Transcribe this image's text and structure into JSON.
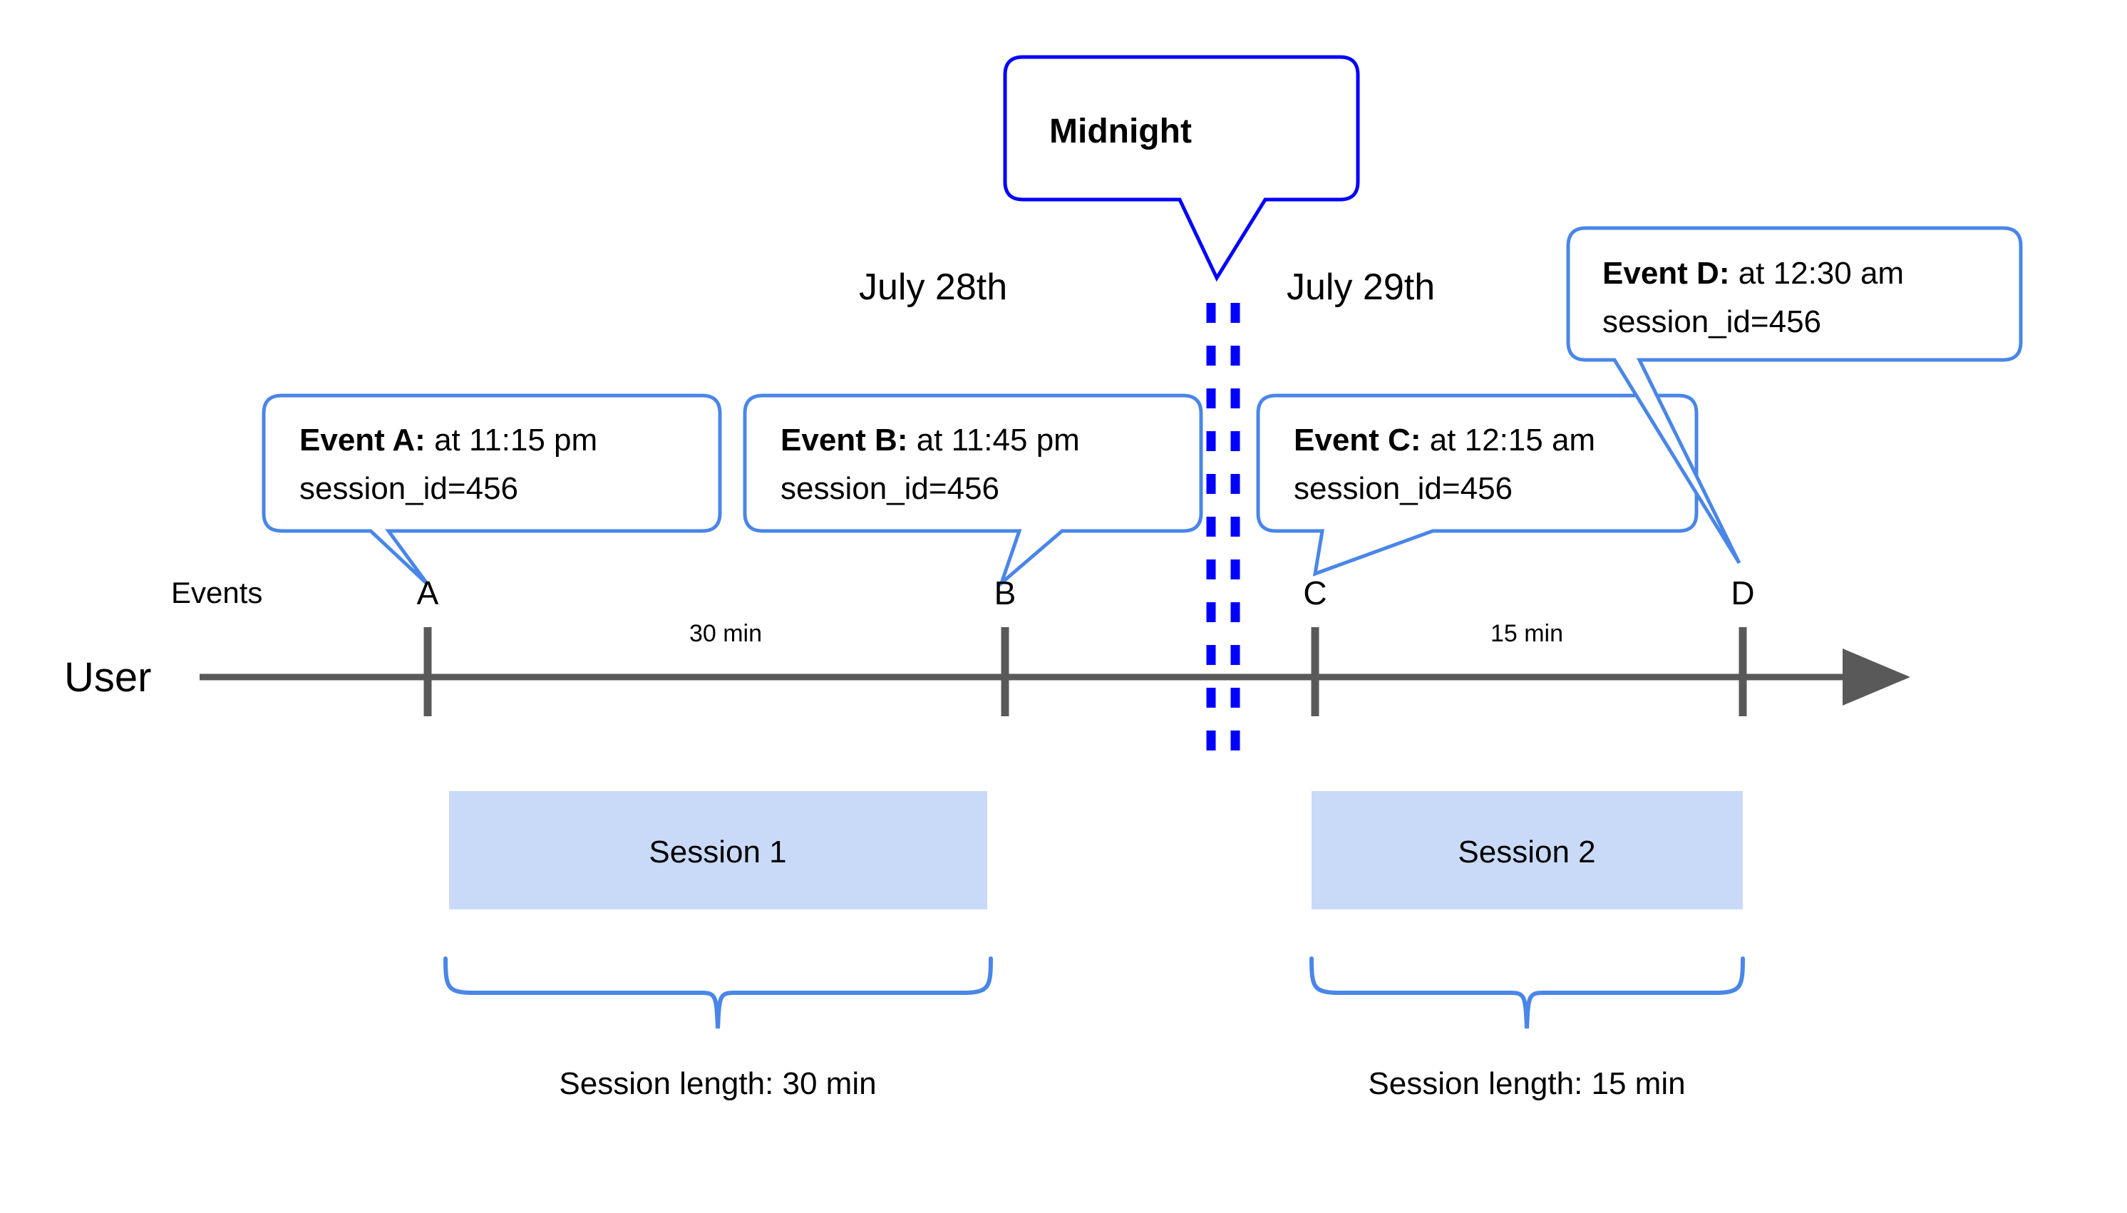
{
  "diagram": {
    "title_callout": {
      "label": "Midnight"
    },
    "axis": {
      "row_label": "User",
      "events_label": "Events"
    },
    "dates": {
      "left": "July 28th",
      "right": "July 29th"
    },
    "event_ticks": [
      {
        "id": "A",
        "label": "A"
      },
      {
        "id": "B",
        "label": "B"
      },
      {
        "id": "C",
        "label": "C"
      },
      {
        "id": "D",
        "label": "D"
      }
    ],
    "gaps": [
      {
        "label": "30 min"
      },
      {
        "label": "15 min"
      }
    ],
    "callouts": [
      {
        "id": "A",
        "bold": "Event A:",
        "rest": " at 11:15 pm",
        "line2": "session_id=456"
      },
      {
        "id": "B",
        "bold": "Event B:",
        "rest": " at 11:45 pm",
        "line2": "session_id=456"
      },
      {
        "id": "C",
        "bold": "Event C:",
        "rest": " at 12:15 am",
        "line2": "session_id=456"
      },
      {
        "id": "D",
        "bold": "Event D:",
        "rest": " at 12:30 am",
        "line2": "session_id=456"
      }
    ],
    "sessions": [
      {
        "id": "1",
        "box_label": "Session 1",
        "length_label": "Session length: 30 min"
      },
      {
        "id": "2",
        "box_label": "Session 2",
        "length_label": "Session length: 15 min"
      }
    ],
    "colors": {
      "callout_border": "#4a86e8",
      "midnight_border": "#0000ff",
      "midnight_dashes": "#0000ff",
      "session_fill": "#c9daf8",
      "axis": "#595959",
      "brace": "#4a86e8",
      "text": "#000000",
      "background": "#ffffff"
    }
  }
}
